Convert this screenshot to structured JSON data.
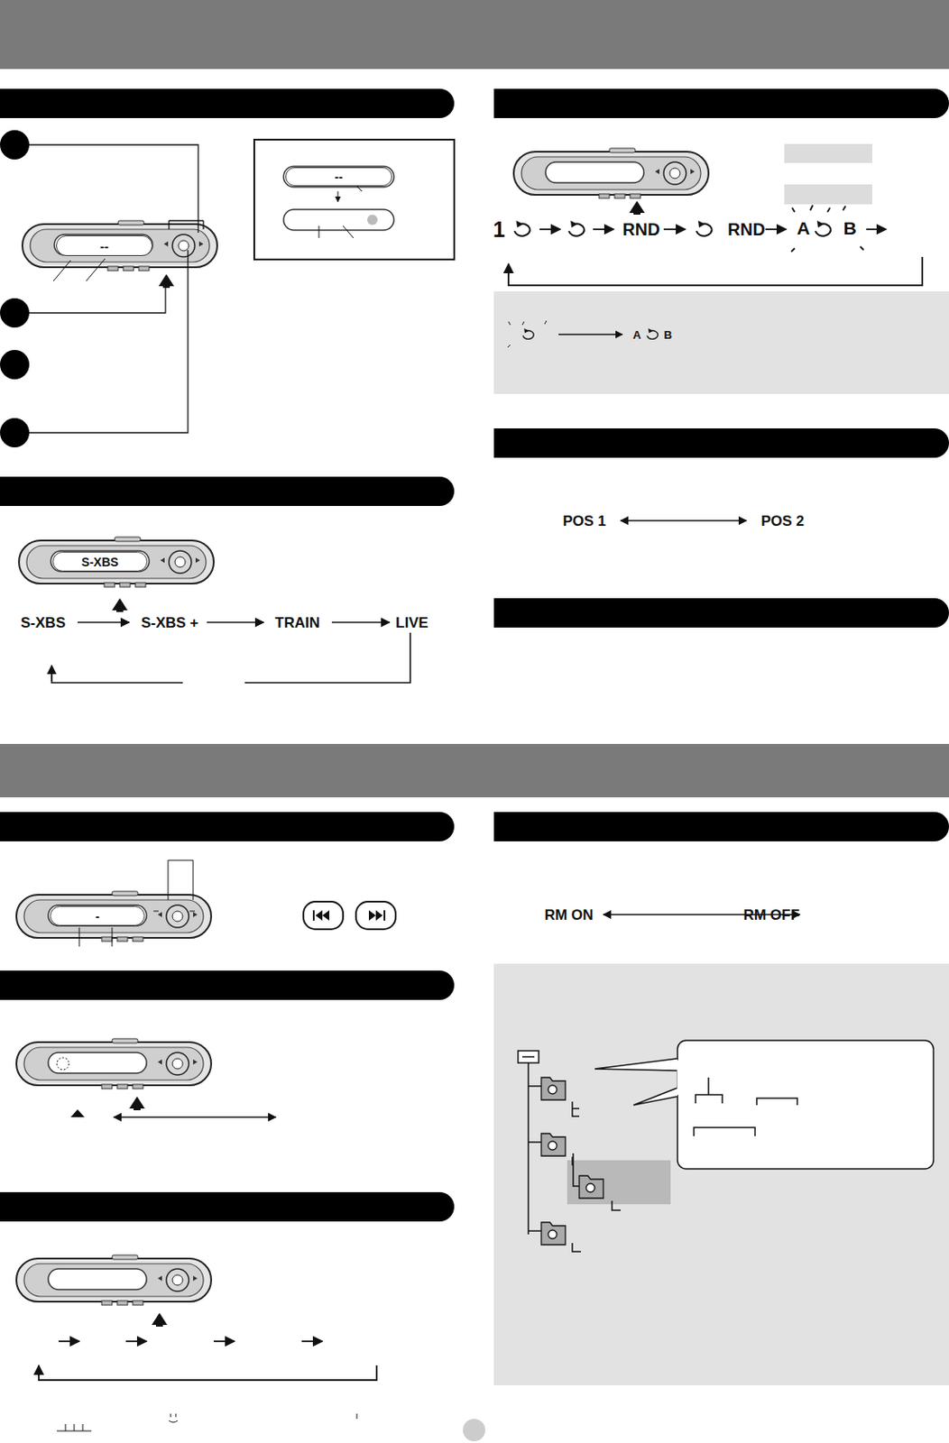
{
  "diagram": {
    "nodes": [
      {
        "text": [
          "--"
        ]
      },
      {
        "text": [
          "--"
        ]
      },
      {
        "text": [
          "S-XBS"
        ]
      },
      {
        "text": [
          "-"
        ]
      }
    ],
    "labels": [
      "S-XBS",
      "S-XBS +",
      "TRAIN",
      "LIVE",
      "1",
      "RND",
      "RND",
      "A",
      "B",
      "A",
      "B",
      "POS 1",
      "POS 2",
      "RM ON",
      "RM OFF"
    ]
  }
}
